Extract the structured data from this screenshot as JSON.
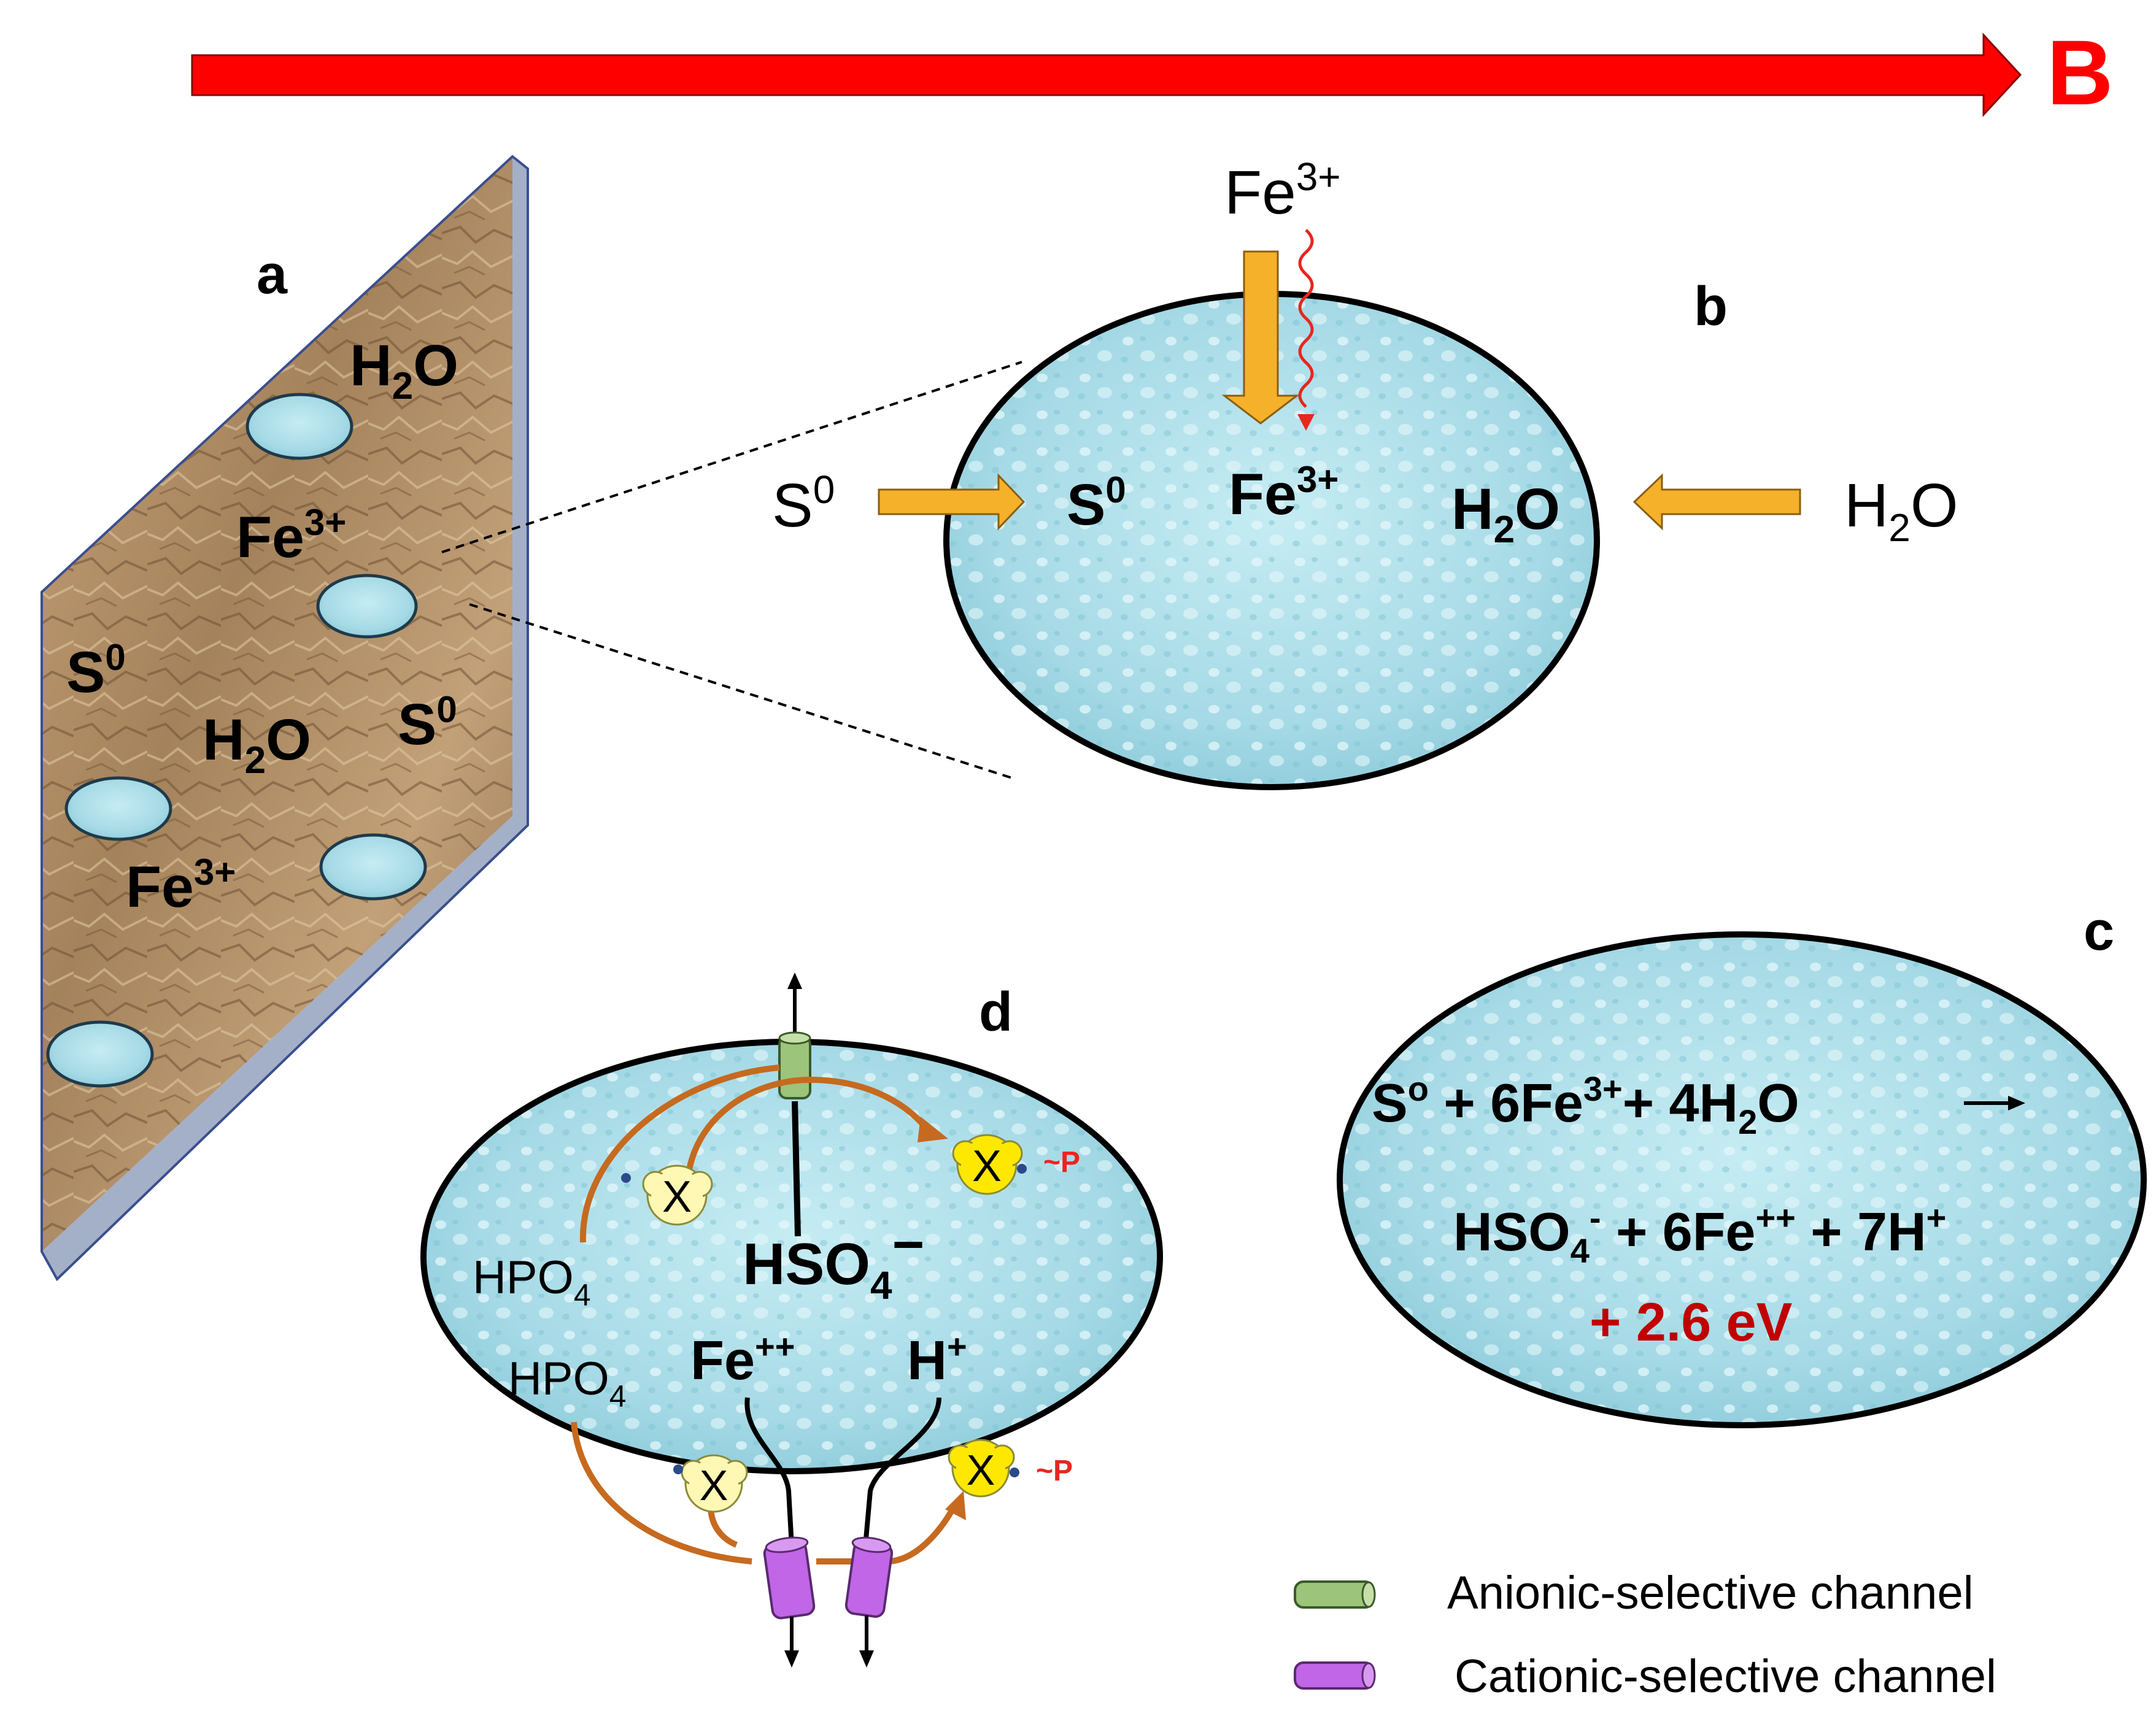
{
  "header": {
    "arrow_label": "B"
  },
  "panel_a": {
    "letter": "a",
    "labels": [
      {
        "id": "h2o-top",
        "base": "H",
        "sub": "2",
        "tail": "O"
      },
      {
        "id": "fe-top",
        "base": "Fe",
        "sup": "3+"
      },
      {
        "id": "s0-left",
        "base": "S",
        "sup": "0"
      },
      {
        "id": "h2o-mid",
        "base": "H",
        "sub": "2",
        "tail": "O"
      },
      {
        "id": "s0-right",
        "base": "S",
        "sup": "0"
      },
      {
        "id": "fe-bottom",
        "base": "Fe",
        "sup": "3+"
      }
    ]
  },
  "panel_b": {
    "letter": "b",
    "fe_external": {
      "base": "Fe",
      "sup": "3+"
    },
    "s0_external": {
      "base": "S",
      "sup": "0"
    },
    "h2o_external": {
      "base": "H",
      "sub": "2",
      "tail": "O"
    },
    "s0_inside": {
      "base": "S",
      "sup": "0"
    },
    "fe_inside": {
      "base": "Fe",
      "sup": "3+"
    },
    "h2o_inside": {
      "base": "H",
      "sub": "2",
      "tail": "O"
    }
  },
  "panel_c": {
    "letter": "c",
    "equation_line1": {
      "s": "S",
      "s_sup": "o",
      "plus_fe": " + 6Fe",
      "fe_sup": "3+",
      "plus_h2o": "+ 4H",
      "h2o_sub": "2",
      "h2o_tail": "O"
    },
    "equation_line2": {
      "hso": "HSO",
      "hso_sub": "4",
      "hso_sup": "-",
      "fe_part": " + 6Fe",
      "fe_sup": "++",
      "h_part": " + 7H",
      "h_sup": "+"
    },
    "energy": "+ 2.6 eV",
    "energy_color": "#c00000"
  },
  "panel_d": {
    "letter": "d",
    "hpo4_top": {
      "base": "HPO",
      "sub": "4"
    },
    "hpo4_bottom": {
      "base": "HPO",
      "sub": "4"
    },
    "hso4": {
      "base": "HSO",
      "sub": "4",
      "sup": "−"
    },
    "fe": {
      "base": "Fe",
      "sup": "++"
    },
    "h": {
      "base": "H",
      "sup": "+"
    },
    "enzyme_label": "X",
    "phosphate_label": "~P",
    "phosphate_color": "#e8261e"
  },
  "legend": {
    "items": [
      {
        "label": "Anionic-selective channel",
        "color": "#9cc47a"
      },
      {
        "label": "Cationic-selective channel",
        "color": "#c066e6"
      }
    ]
  },
  "colors": {
    "direction_arrow": "#ff0000",
    "flux_arrow": "#f5b12a",
    "pathway": "#c66a1f",
    "water": "#a6dae6",
    "mineral": "#b8946a"
  }
}
